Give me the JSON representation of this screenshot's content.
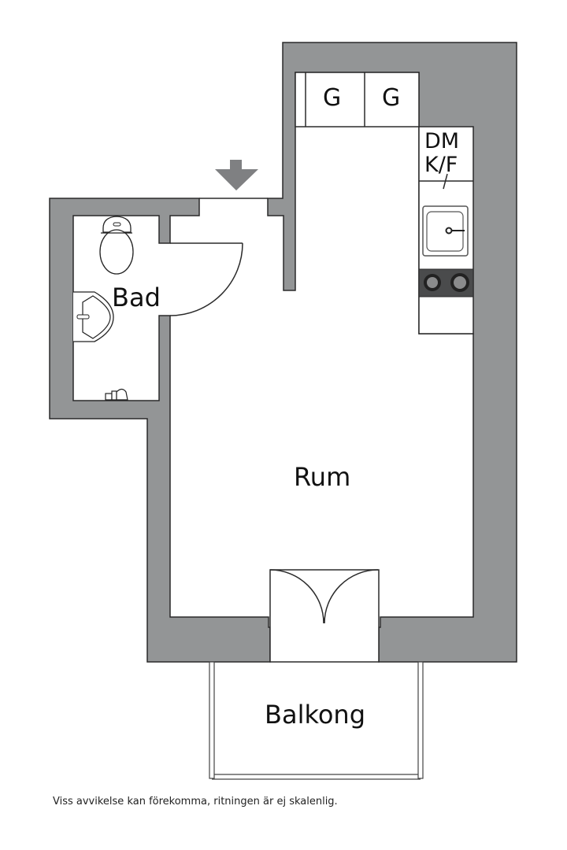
{
  "plan": {
    "colors": {
      "wall": "#939596",
      "wall_stroke": "#2a2a2a",
      "floor": "#ffffff",
      "stove": "#4a4b4c",
      "arrow": "#7f8082"
    },
    "entrance_icon": "down-arrow-icon"
  },
  "rooms": {
    "bathroom": "Bad",
    "living_room": "Rum",
    "balcony": "Balkong"
  },
  "fixtures": {
    "wardrobe_1": "G",
    "wardrobe_2": "G",
    "appliance_line1": "DM",
    "appliance_line2": "K/F",
    "toilet": "toilet-icon",
    "washbasin": "washbasin-icon",
    "kitchen_sink": "kitchen-sink-icon",
    "stove": "stove-icon",
    "washing_connection": "tap-connection-icon"
  },
  "footer": {
    "disclaimer": "Viss avvikelse kan förekomma, ritningen är ej skalenlig."
  }
}
